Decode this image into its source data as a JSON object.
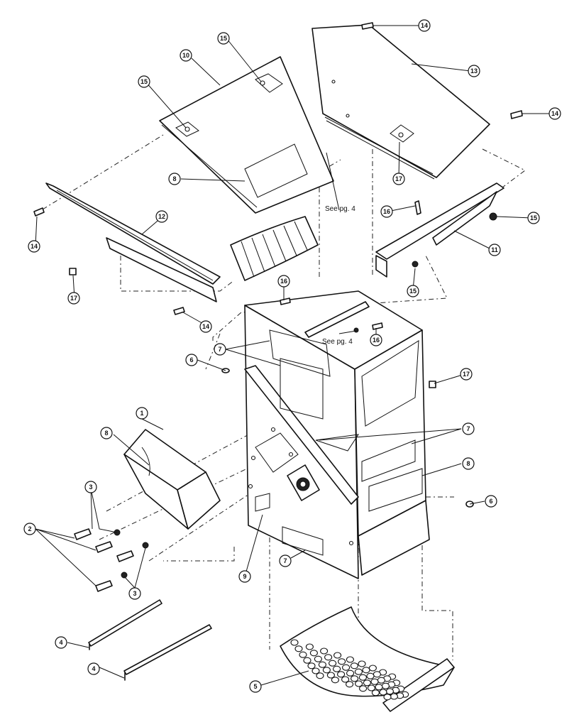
{
  "diagram": {
    "title": "",
    "callouts": {
      "c1": "1",
      "c2": "2",
      "c3a": "3",
      "c3b": "3",
      "c4a": "4",
      "c4b": "4",
      "c5": "5",
      "c6a": "6",
      "c6b": "6",
      "c7a": "7",
      "c7b": "7",
      "c7c": "7",
      "c8a": "8",
      "c8b": "8",
      "c8c": "8",
      "c9": "9",
      "c10": "10",
      "c11": "11",
      "c12": "12",
      "c13": "13",
      "c14a": "14",
      "c14b": "14",
      "c14c": "14",
      "c14d": "14",
      "c15a": "15",
      "c15b": "15",
      "c15c": "15",
      "c15d": "15",
      "c16a": "16",
      "c16b": "16",
      "c16c": "16",
      "c17a": "17",
      "c17b": "17",
      "c17c": "17"
    },
    "notes": {
      "see_pg_a": "See pg. 4",
      "see_pg_b": "See pg. 4"
    }
  }
}
